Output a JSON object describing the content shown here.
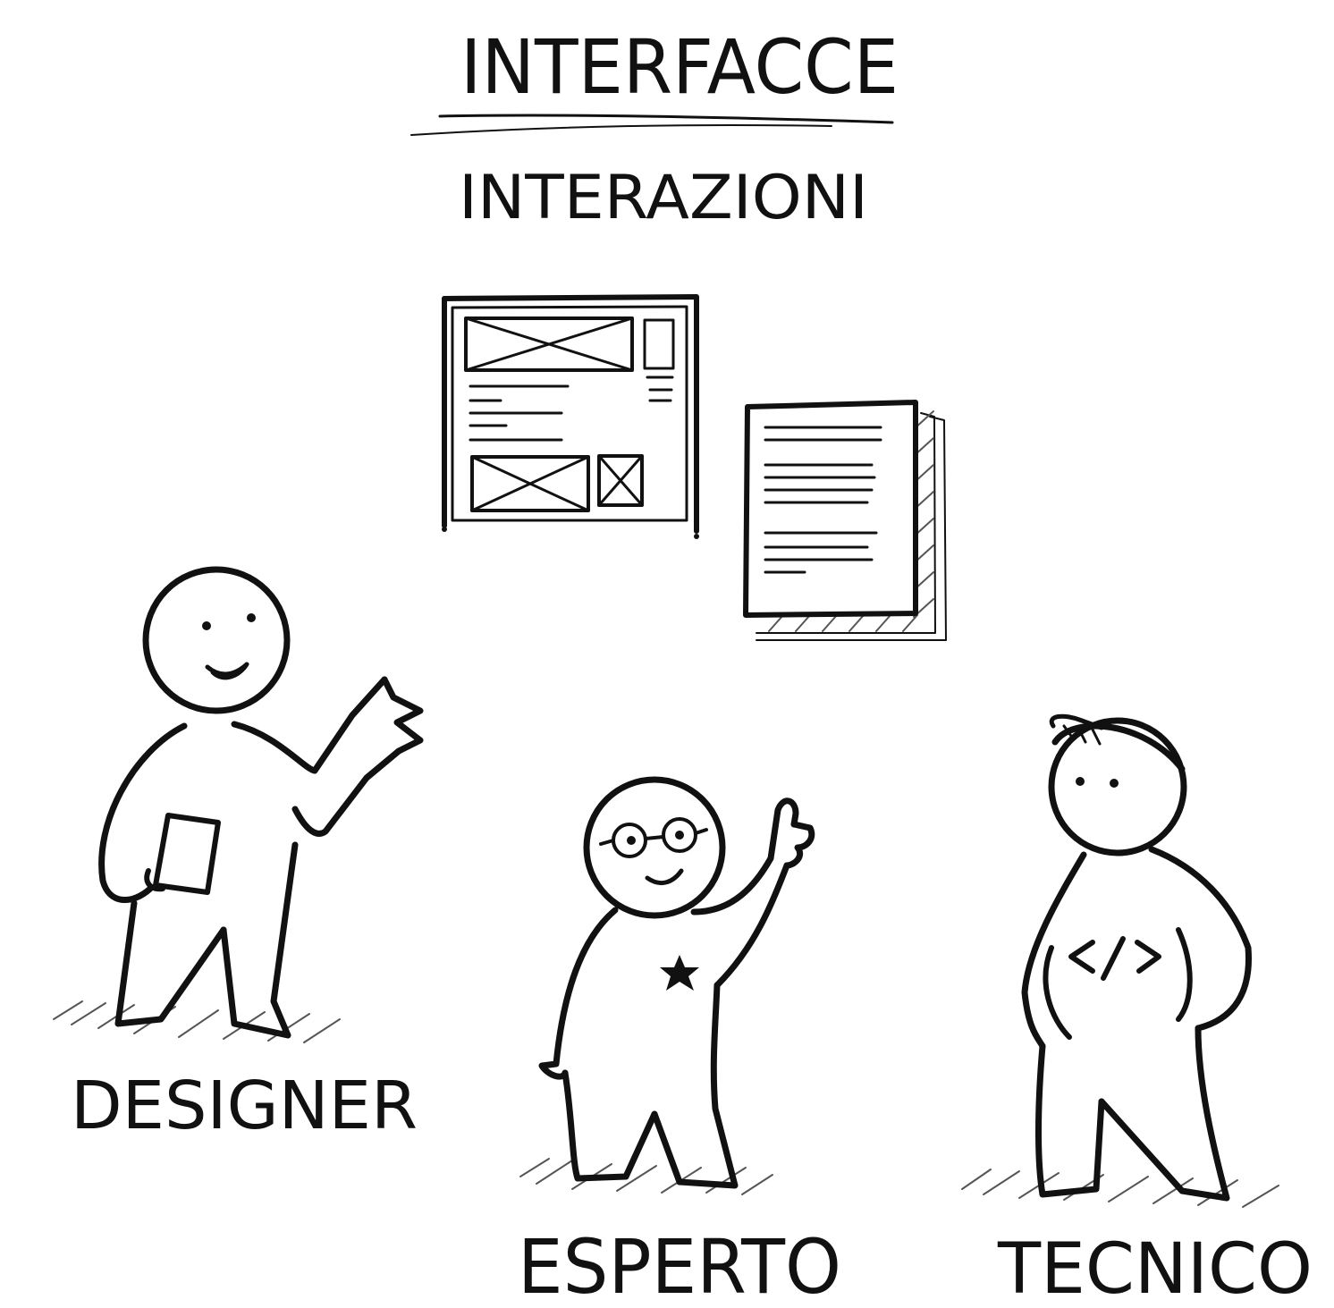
{
  "title": "INTERFACCE",
  "subtitle": "INTERAZIONI",
  "roles": [
    {
      "id": "designer",
      "label": "DESIGNER"
    },
    {
      "id": "esperto",
      "label": "ESPERTO"
    },
    {
      "id": "tecnico",
      "label": "TECNICO"
    }
  ],
  "colors": {
    "ink": "#111111",
    "paper": "#ffffff",
    "shadow": "#555555"
  },
  "icons": [
    "wireframe-icon",
    "document-stack-icon",
    "code-tag-icon",
    "star-badge-icon",
    "glasses-icon",
    "cap-icon",
    "tablet-icon"
  ]
}
